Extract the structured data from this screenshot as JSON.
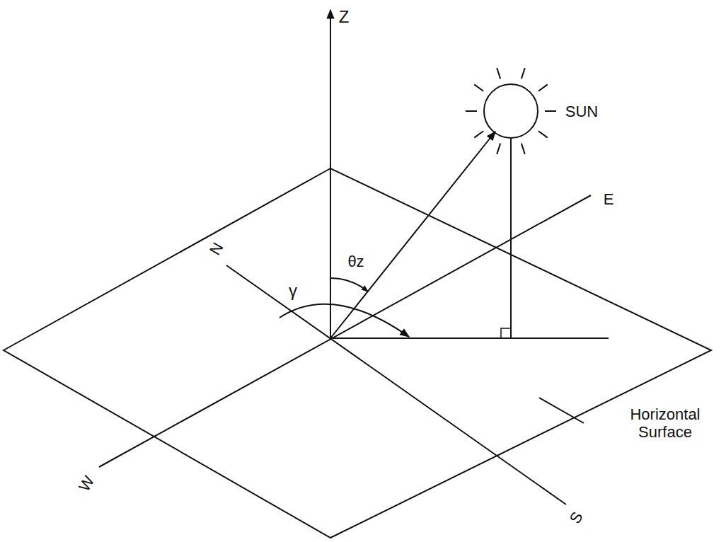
{
  "diagram": {
    "labels": [
      "Z",
      "SUN",
      "θz",
      "γ",
      "N",
      "E",
      "S",
      "W",
      "Horizontal Surface"
    ]
  }
}
